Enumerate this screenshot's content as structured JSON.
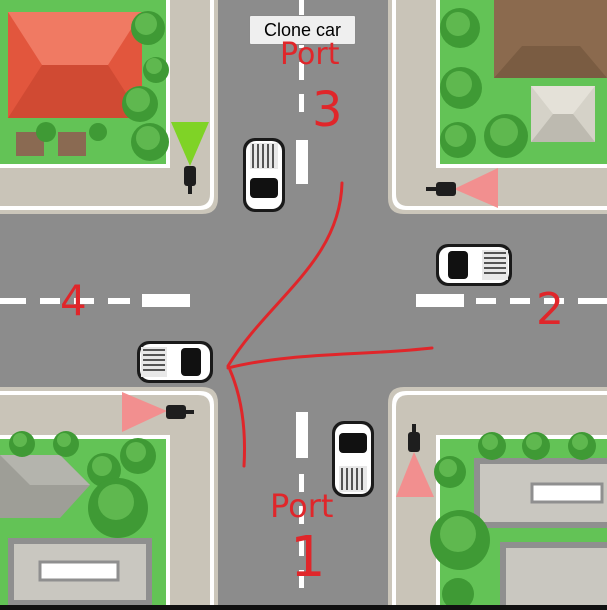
{
  "toolbar": {
    "clone_label": "Clone car"
  },
  "annotations": {
    "port_top": "Port",
    "num_top": "3",
    "num_right": "2",
    "num_left": "4",
    "port_bottom": "Port",
    "num_bottom": "1"
  },
  "colors": {
    "road": "#8c8c8c",
    "sidewalk": "#cbc6ba",
    "grass": "#63c356",
    "marker": "#e0262a",
    "light_green": "#7bd41e",
    "light_red": "#f48c8c"
  },
  "icons": {
    "traffic_light_top_left": "traffic-light-green-icon",
    "traffic_light_top_right": "traffic-light-red-icon",
    "traffic_light_bottom_left": "traffic-light-red-icon",
    "traffic_light_bottom_right": "traffic-light-red-icon"
  }
}
